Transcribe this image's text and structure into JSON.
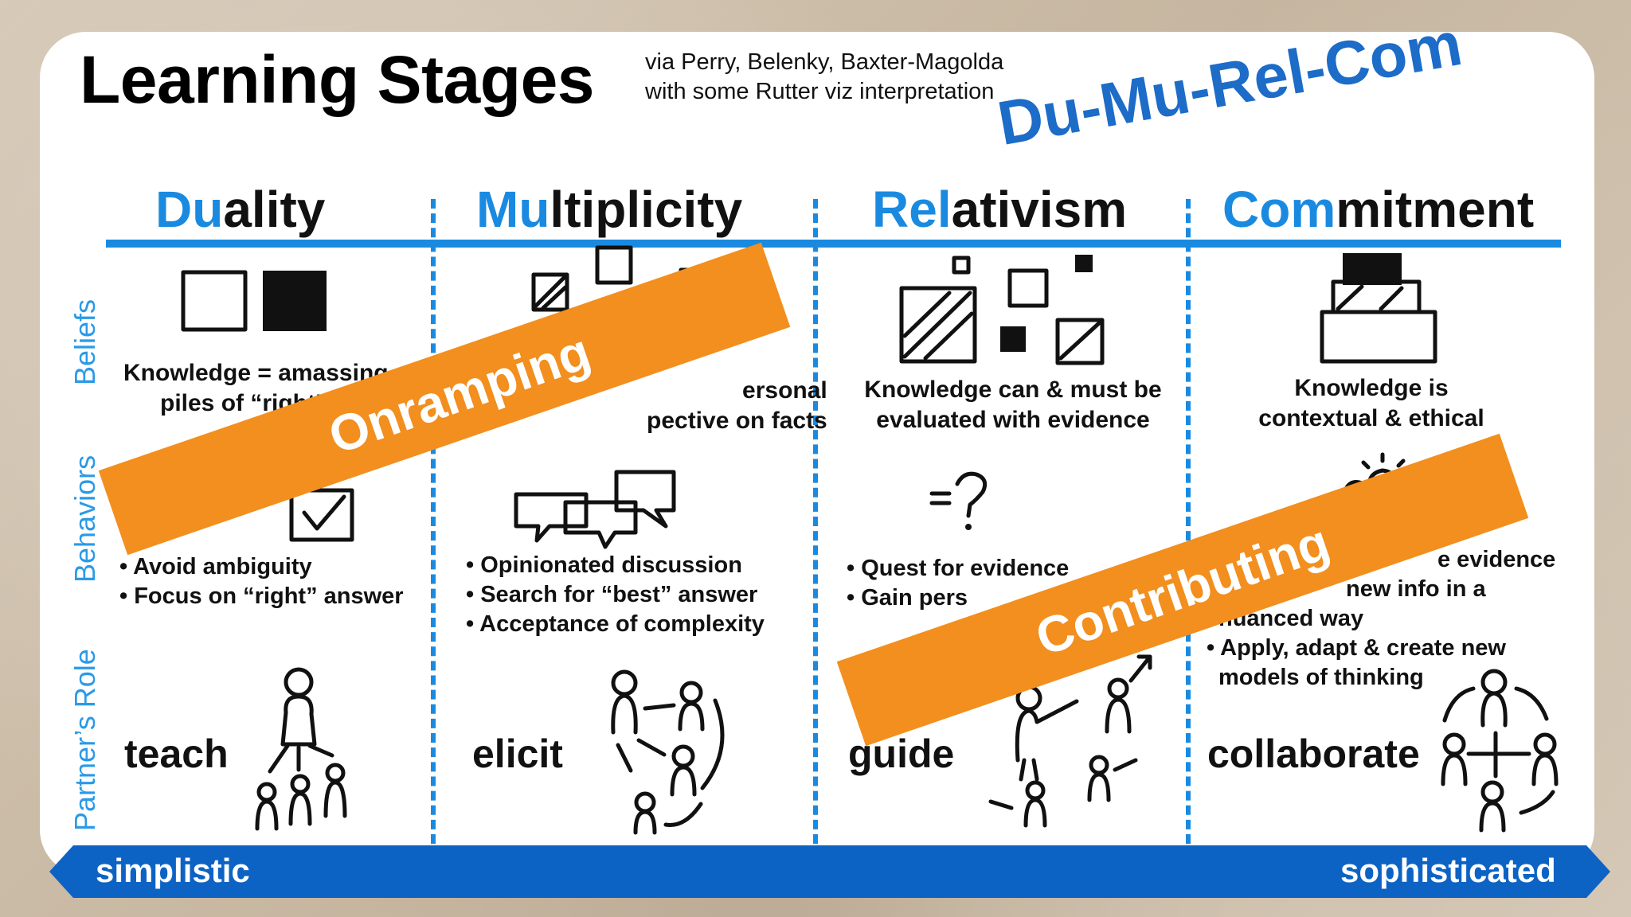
{
  "header": {
    "title": "Learning Stages",
    "credit_line1": "via Perry, Belenky, Baxter-Magolda",
    "credit_line2": "with some Rutter viz interpretation",
    "acronym": "Du-Mu-Rel-Com"
  },
  "row_labels": [
    "Beliefs",
    "Behaviors",
    "Partner’s Role"
  ],
  "columns": [
    {
      "title_highlight": "Du",
      "title_rest": "ality",
      "belief_lines": [
        "Knowledge = amassing",
        "piles of “right” f"
      ],
      "behaviors": [
        "Avoid ambiguity",
        "Focus on “right” answer"
      ],
      "role": "teach"
    },
    {
      "title_highlight": "Mu",
      "title_rest": "ltiplicity",
      "belief_lines": [
        "ersonal",
        "pective on facts"
      ],
      "behaviors": [
        "Opinionated discussion",
        "Search for “best” answer",
        "Acceptance of complexity"
      ],
      "role": "elicit"
    },
    {
      "title_highlight": "Rel",
      "title_rest": "ativism",
      "belief_lines": [
        "Knowledge can & must be",
        "evaluated with evidence"
      ],
      "behaviors": [
        "Quest for evidence",
        "Gain pers"
      ],
      "role": "guide"
    },
    {
      "title_highlight": "Com",
      "title_rest": "mitment",
      "belief_lines": [
        "Knowledge is",
        "contextual & ethical"
      ],
      "behaviors": [
        "e evidence",
        "new info in a",
        "nuanced way",
        "Apply, adapt & create new",
        "models of thinking"
      ],
      "role": "collaborate"
    }
  ],
  "banners": {
    "onramping": "Onramping",
    "contributing": "Contributing"
  },
  "scale": {
    "left": "simplistic",
    "right": "sophisticated"
  },
  "colors": {
    "accent_blue": "#1a8ae0",
    "acronym_blue": "#1c6cc8",
    "banner_orange": "#f28f1e",
    "bar_blue": "#0d63c4"
  }
}
